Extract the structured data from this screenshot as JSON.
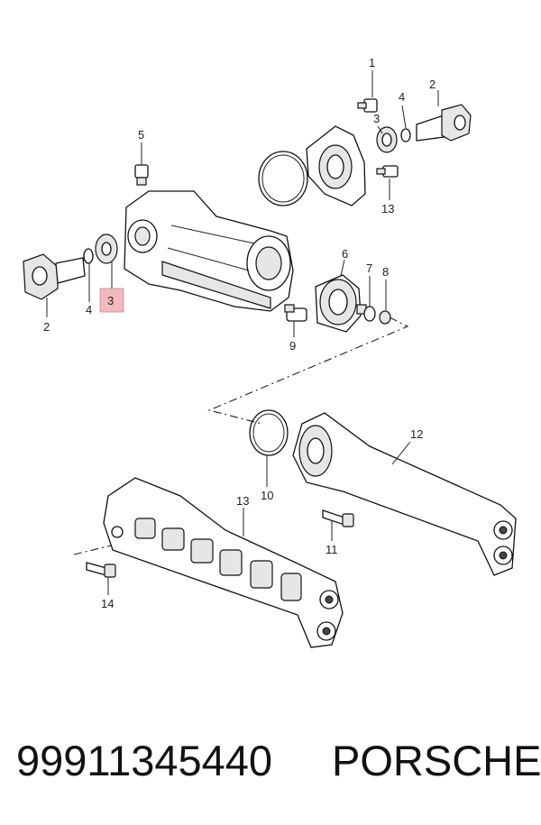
{
  "callouts": {
    "c1": "1",
    "c2a": "2",
    "c2b": "2",
    "c3a": "3",
    "c3b": "3",
    "c4a": "4",
    "c4b": "4",
    "c5": "5",
    "c6": "6",
    "c7": "7",
    "c8": "8",
    "c9": "9",
    "c10": "10",
    "c11": "11",
    "c12": "12",
    "c13a": "13",
    "c13b": "13",
    "c14": "14"
  },
  "highlight_color": "#f4b8c0",
  "footer": {
    "part_number": "99911345440",
    "brand": "PORSCHE"
  }
}
